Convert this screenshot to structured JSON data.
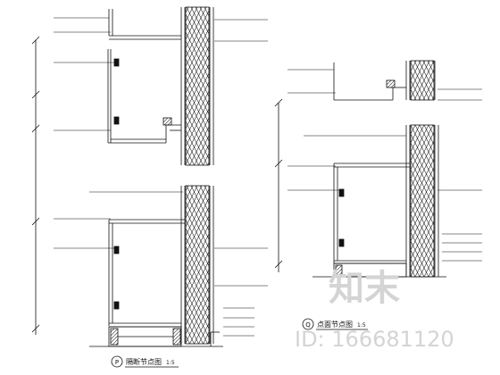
{
  "detail_left": {
    "title": "隔断节点图",
    "number": "P",
    "scale": "1:5"
  },
  "detail_right": {
    "title": "点面节点图",
    "number": "Q",
    "scale": "1:5"
  },
  "watermark": {
    "brand": "知末",
    "id_text": "ID: 166681120"
  },
  "colors": {
    "line": "#111111",
    "watermark": "#d4d4d4"
  }
}
